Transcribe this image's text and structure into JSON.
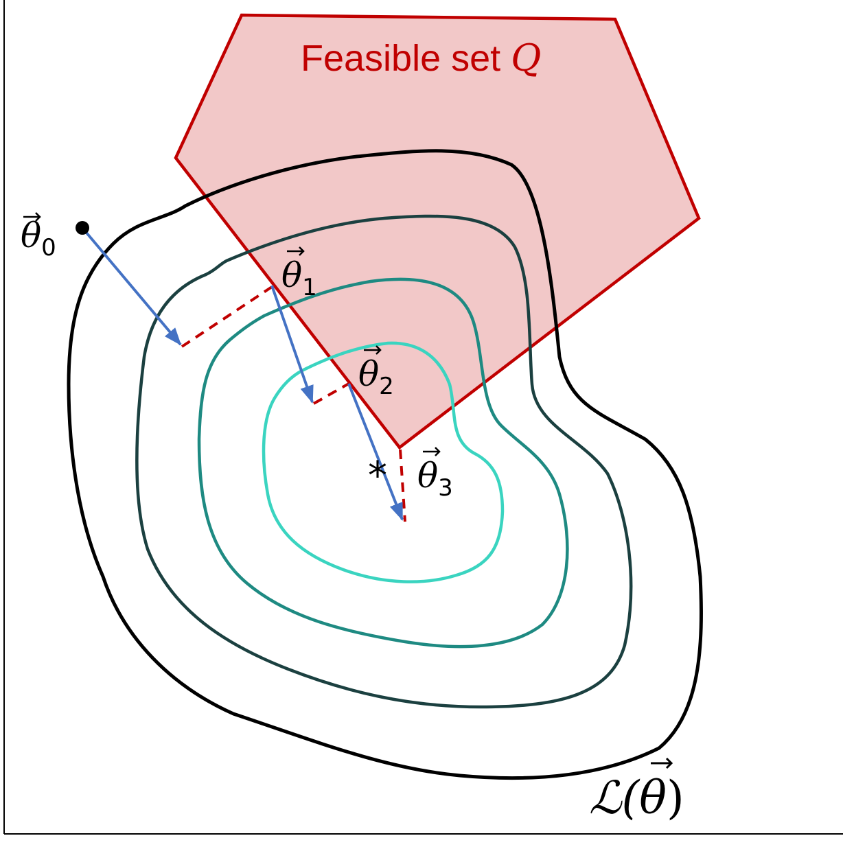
{
  "feasible_set": {
    "label_text": "Feasible set ",
    "label_symbol": "Q",
    "fill_color": "#f2c8c8",
    "stroke_color": "#c00000"
  },
  "contours": {
    "colors": [
      "#000000",
      "#1b4040",
      "#1e8a82",
      "#3ad4c0"
    ]
  },
  "iterates": [
    {
      "symbol": "θ",
      "subscript": "0"
    },
    {
      "symbol": "θ",
      "subscript": "1"
    },
    {
      "symbol": "θ",
      "subscript": "2"
    },
    {
      "symbol": "θ",
      "subscript": "3"
    }
  ],
  "optimum_marker": "*",
  "loss_label": {
    "prefix": "ℒ(",
    "symbol": "θ",
    "suffix": ")"
  },
  "colors": {
    "gradient_arrow": "#4472c4",
    "projection_line": "#c00000",
    "axes": "#000000",
    "vector_arrow": "#000000"
  }
}
